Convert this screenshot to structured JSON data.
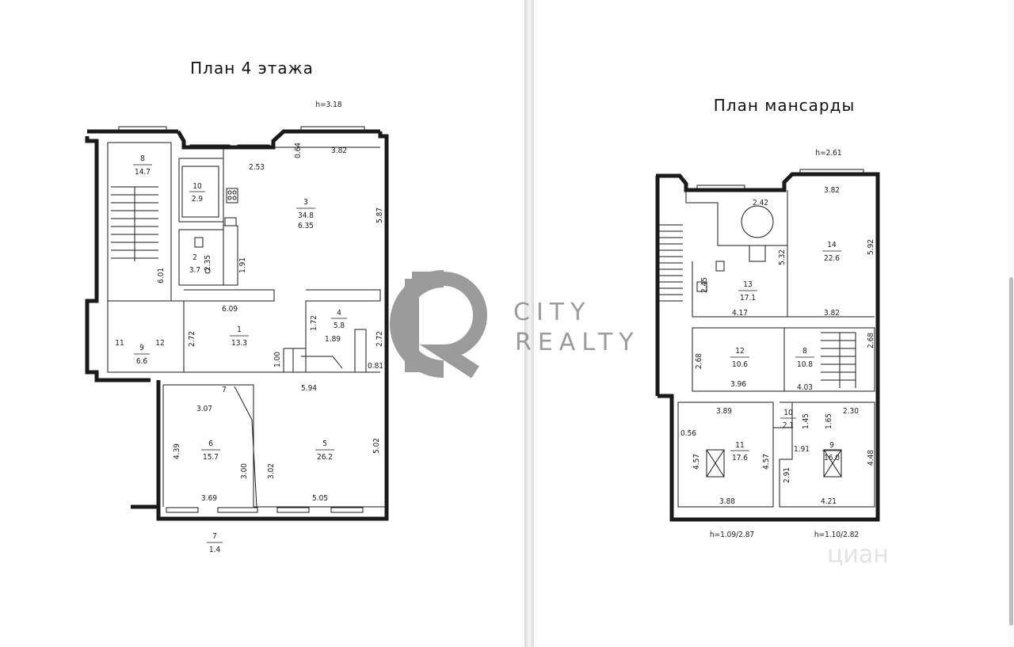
{
  "left_plan": {
    "title": "План 4 этажа",
    "height": "h=3.18",
    "labels": {
      "r8_num": "8",
      "r8_area": "14.7",
      "r10_num": "10",
      "r10_area": "2.9",
      "r3_num": "3",
      "r3_area": "34.8",
      "r3_dim": "6.35",
      "r2_num": "2",
      "r2_area": "3.7",
      "r2_dim": "2.35",
      "d_253": "2.53",
      "d_064": "0.64",
      "d_382": "3.82",
      "d_587": "5.87",
      "d_191": "1.91",
      "d_601": "6.01",
      "d_609": "6.09",
      "r4_num": "4",
      "r4_area": "5.8",
      "d_172": "1.72",
      "d_189": "1.89",
      "r1_num": "1",
      "r1_area": "13.3",
      "d_272a": "2.72",
      "d_272b": "2.72",
      "d_100": "1.00",
      "d_081": "0.81",
      "r11_num": "11",
      "r9_num": "9",
      "r9_area": "6.6",
      "r12_num": "12",
      "d_594": "5.94",
      "r7_top": "7",
      "d_307": "3.07",
      "r6_num": "6",
      "r6_area": "15.7",
      "d_439": "4.39",
      "d_300": "3.00",
      "d_302": "3.02",
      "r5_num": "5",
      "r5_area": "26.2",
      "d_502": "5.02",
      "d_369": "3.69",
      "d_505": "5.05",
      "r7_num": "7",
      "r7_area": "1.4"
    }
  },
  "right_plan": {
    "title": "План мансарды",
    "height": "h=2.61",
    "labels": {
      "d_382a": "3.82",
      "d_242": "2.42",
      "r14_num": "14",
      "r14_area": "22.6",
      "d_592": "5.92",
      "d_532": "5.32",
      "d_245": "2.45",
      "r13_num": "13",
      "r13_area": "17.1",
      "d_417": "4.17",
      "d_382b": "3.82",
      "d_268a": "2.68",
      "r12_num": "12",
      "r12_area": "10.6",
      "r8_num": "8",
      "r8_area": "10.8",
      "d_268b": "2.68",
      "d_396": "3.96",
      "d_403": "4.03",
      "d_389": "3.89",
      "r10_num": "10",
      "r10_area": "2.1",
      "d_145": "1.45",
      "d_165": "1.65",
      "d_230": "2.30",
      "d_056": "0.56",
      "r11_num": "11",
      "r11_area": "17.6",
      "d_457a": "4.57",
      "d_457b": "4.57",
      "d_191": "1.91",
      "r9_num": "9",
      "r9_area": "16.0",
      "d_291": "2.91",
      "d_448": "4.48",
      "d_388": "3.88",
      "d_421": "4.21",
      "h_left": "h=1.09/2.87",
      "h_right": "h=1.10/2.82"
    }
  },
  "watermark": {
    "logo": "CR",
    "line1": "CITY",
    "line2": "REALTY",
    "color": "#8a8a8a"
  },
  "corner_watermark": "циан"
}
